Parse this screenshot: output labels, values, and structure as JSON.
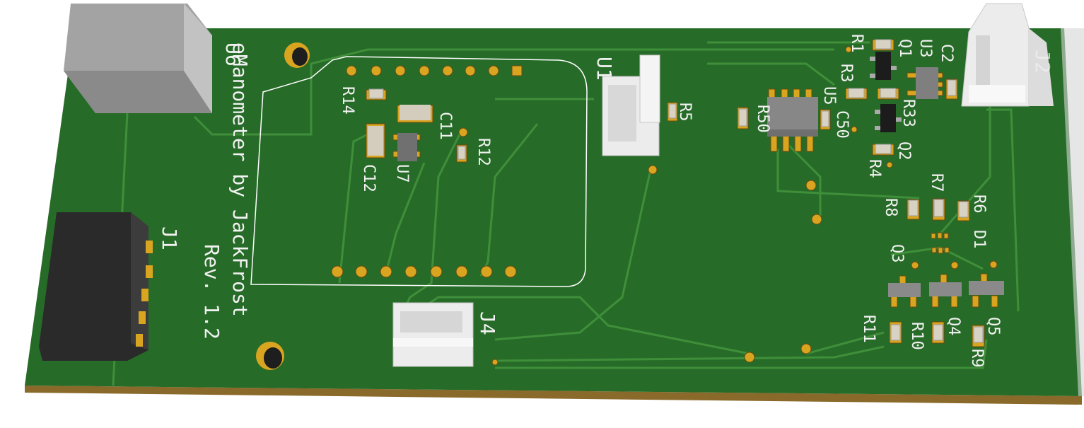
{
  "board": {
    "title": "eManometer by JackFrost",
    "revision": "Rev. 1.2",
    "colors": {
      "soldermask": "#276b28",
      "trace": "#3f8f3a",
      "pad": "#d9a520",
      "silkscreen": "#f2f2f2",
      "edge": "#8a6a2a"
    }
  },
  "refs": {
    "U6": "U6",
    "J1": "J1",
    "J4": "J4",
    "J2": "J2",
    "U1": "U1",
    "R14": "R14",
    "C11": "C11",
    "R12": "R12",
    "C12": "C12",
    "U7": "U7",
    "R5": "R5",
    "R50": "R50",
    "U5": "U5",
    "C50": "C50",
    "R1": "R1",
    "R3": "R3",
    "Q1": "Q1",
    "U3": "U3",
    "C2": "C2",
    "R33": "R33",
    "Q2": "Q2",
    "R4": "R4",
    "R7": "R7",
    "R8": "R8",
    "R6": "R6",
    "D1": "D1",
    "Q3": "Q3",
    "Q4": "Q4",
    "Q5": "Q5",
    "R11": "R11",
    "R10": "R10",
    "R9": "R9"
  }
}
